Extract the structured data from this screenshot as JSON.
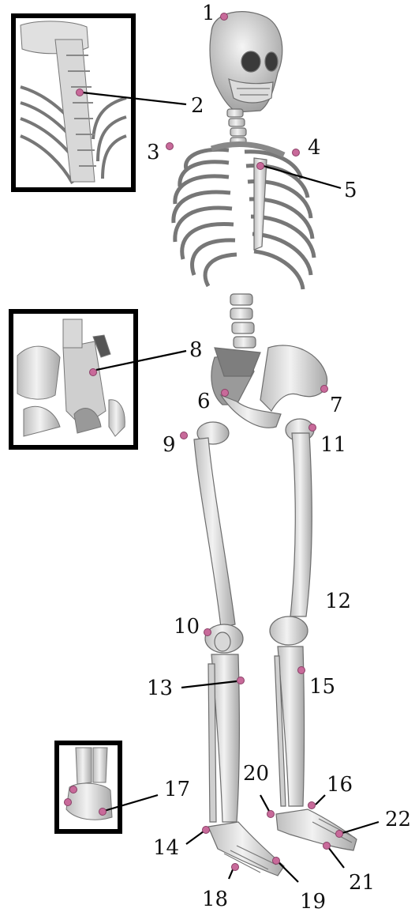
{
  "labels": {
    "l1": "1",
    "l2": "2",
    "l3": "3",
    "l4": "4",
    "l5": "5",
    "l6": "6",
    "l7": "7",
    "l8": "8",
    "l9": "9",
    "l10": "10",
    "l11": "11",
    "l12": "12",
    "l13": "13",
    "l14": "14",
    "l15": "15",
    "l16": "16",
    "l17": "17",
    "l18": "18",
    "l19": "19",
    "l20": "20",
    "l21": "21",
    "l22": "22"
  },
  "colors": {
    "bone": "#e6e6e6",
    "bone_shade": "#bdbdbd",
    "bone_line": "#7a7a7a",
    "marker": "#c86a9a",
    "frame": "#000000",
    "text": "#111111"
  }
}
